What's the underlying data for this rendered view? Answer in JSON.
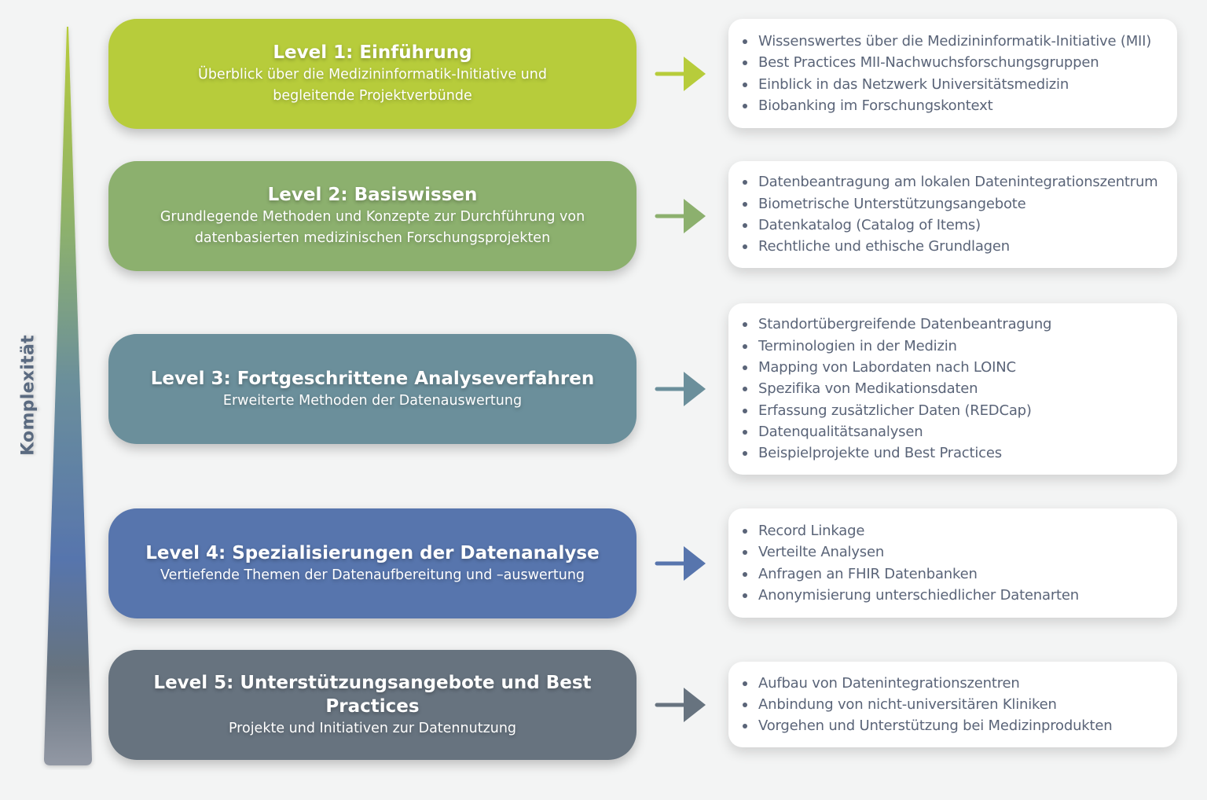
{
  "axis": {
    "label": "Komplexität"
  },
  "colors": {
    "level1": "#b7cc3b",
    "level2": "#8cb06e",
    "level3": "#6b8f9b",
    "level4": "#5775ad",
    "level5": "#67737f",
    "wedge_bottom": "#9298a4",
    "panel_text": "#5a6478",
    "background": "#f3f4f4"
  },
  "levels": [
    {
      "title": "Level 1: Einführung",
      "subtitle": "Überblick über die Medizininformatik-Initiative und begleitende Projektverbünde",
      "items": [
        "Wissenswertes über die Medizininformatik-Initiative (MII)",
        "Best Practices MII-Nachwuchsforschungsgruppen",
        "Einblick in das Netzwerk Universitätsmedizin",
        "Biobanking im Forschungskontext"
      ]
    },
    {
      "title": "Level 2: Basiswissen",
      "subtitle": "Grundlegende Methoden und Konzepte zur Durchführung von datenbasierten medizinischen Forschungsprojekten",
      "items": [
        "Datenbeantragung am lokalen Datenintegrationszentrum",
        "Biometrische Unterstützungsangebote",
        "Datenkatalog (Catalog of Items)",
        "Rechtliche und ethische Grundlagen"
      ]
    },
    {
      "title": "Level 3: Fortgeschrittene Analyseverfahren",
      "subtitle": "Erweiterte Methoden der Datenauswertung",
      "items": [
        "Standortübergreifende Datenbeantragung",
        "Terminologien in der Medizin",
        "Mapping von Labordaten nach LOINC",
        "Spezifika von Medikationsdaten",
        "Erfassung zusätzlicher Daten (REDCap)",
        "Datenqualitätsanalysen",
        "Beispielprojekte und Best Practices"
      ]
    },
    {
      "title": "Level 4: Spezialisierungen der Datenanalyse",
      "subtitle": "Vertiefende Themen der Datenaufbereitung und –auswertung",
      "items": [
        "Record Linkage",
        "Verteilte Analysen",
        "Anfragen an FHIR Datenbanken",
        "Anonymisierung unterschiedlicher Datenarten"
      ]
    },
    {
      "title": "Level 5: Unterstützungsangebote und Best Practices",
      "subtitle": "Projekte und Initiativen zur Datennutzung",
      "items": [
        "Aufbau von Datenintegrationszentren",
        "Anbindung von nicht-universitären Kliniken",
        "Vorgehen und Unterstützung bei Medizinprodukten"
      ]
    }
  ]
}
